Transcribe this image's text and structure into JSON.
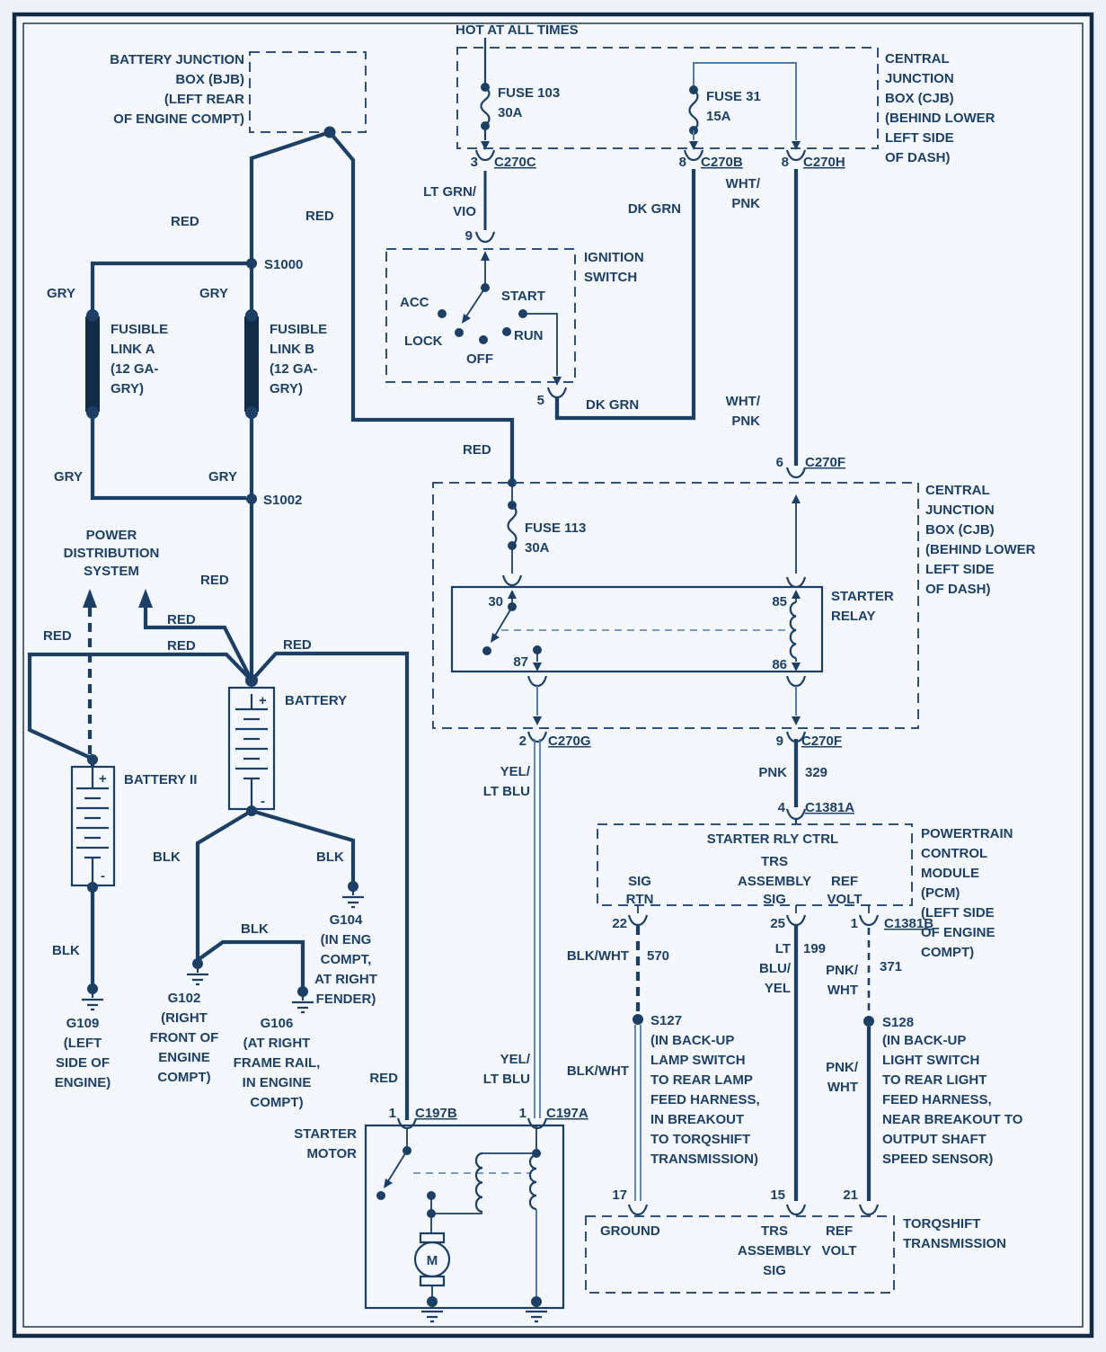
{
  "notes": {
    "hot": "HOT AT ALL TIMES"
  },
  "colors": {
    "red": "RED",
    "gry": "GRY",
    "blk": "BLK",
    "blk_wht": "BLK/WHT",
    "dk_grn": "DK GRN",
    "pnk": "PNK",
    "lt_grn_vio": [
      "LT GRN/",
      "VIO"
    ],
    "wht_pnk": [
      "WHT/",
      "PNK"
    ],
    "yel_lt_blu": [
      "YEL/",
      "LT BLU"
    ],
    "lt_blu_yel": [
      "LT",
      "BLU/",
      "YEL"
    ],
    "pnk_wht": [
      "PNK/",
      "WHT"
    ]
  },
  "circuits": {
    "c329": "329",
    "c570": "570",
    "c199": "199",
    "c371": "371"
  },
  "pins": {
    "p1": "1",
    "p2": "2",
    "p3": "3",
    "p4": "4",
    "p5": "5",
    "p6": "6",
    "p8": "8",
    "p9": "9",
    "p15": "15",
    "p17": "17",
    "p21": "21",
    "p22": "22",
    "p25": "25",
    "p30": "30",
    "p85": "85",
    "p86": "86",
    "p87": "87"
  },
  "connectors": {
    "c270c": "C270C",
    "c270b": "C270B",
    "c270h": "C270H",
    "c270f": "C270F",
    "c270g": "C270G",
    "c1381a": "C1381A",
    "c1381b": "C1381B",
    "c197a": "C197A",
    "c197b": "C197B"
  },
  "bjb": {
    "label": [
      "BATTERY JUNCTION",
      "BOX (BJB)",
      "(LEFT REAR",
      "OF ENGINE COMPT)"
    ]
  },
  "cjb": {
    "label": [
      "CENTRAL",
      "JUNCTION",
      "BOX (CJB)",
      "(BEHIND LOWER",
      "LEFT SIDE",
      "OF DASH)"
    ]
  },
  "fuses": {
    "f103": [
      "FUSE 103",
      "30A"
    ],
    "f31": [
      "FUSE 31",
      "15A"
    ],
    "f113": [
      "FUSE 113",
      "30A"
    ]
  },
  "ignition": {
    "label": [
      "IGNITION",
      "SWITCH"
    ],
    "acc": "ACC",
    "lock": "LOCK",
    "off": "OFF",
    "run": "RUN",
    "start": "START"
  },
  "relay": {
    "label": [
      "STARTER",
      "RELAY"
    ]
  },
  "splices": {
    "s1000": "S1000",
    "s1002": "S1002",
    "s127": {
      "id": "S127",
      "note": [
        "(IN BACK-UP",
        "LAMP SWITCH",
        "TO REAR LAMP",
        "FEED HARNESS,",
        "IN BREAKOUT",
        "TO TORQSHIFT",
        "TRANSMISSION)"
      ]
    },
    "s128": {
      "id": "S128",
      "note": [
        "(IN BACK-UP",
        "LIGHT SWITCH",
        "TO REAR LIGHT",
        "FEED HARNESS,",
        "NEAR BREAKOUT TO",
        "OUTPUT SHAFT",
        "SPEED SENSOR)"
      ]
    }
  },
  "fusible_links": {
    "a": [
      "FUSIBLE",
      "LINK A",
      "(12 GA-",
      "GRY)"
    ],
    "b": [
      "FUSIBLE",
      "LINK B",
      "(12 GA-",
      "GRY)"
    ]
  },
  "power_dist": [
    "POWER",
    "DISTRIBUTION",
    "SYSTEM"
  ],
  "battery": {
    "main": "BATTERY",
    "aux": "BATTERY II",
    "plus": "+",
    "minus": "-"
  },
  "grounds": {
    "g109": [
      "G109",
      "(LEFT",
      "SIDE OF",
      "ENGINE)"
    ],
    "g102": [
      "G102",
      "(RIGHT",
      "FRONT OF",
      "ENGINE",
      "COMPT)"
    ],
    "g104": [
      "G104",
      "(IN ENG",
      "COMPT,",
      "AT RIGHT",
      "FENDER)"
    ],
    "g106": [
      "G106",
      "(AT RIGHT",
      "FRAME RAIL,",
      "IN ENGINE",
      "COMPT)"
    ]
  },
  "starter": {
    "label": [
      "STARTER",
      "MOTOR"
    ],
    "motor": "M"
  },
  "pcm": {
    "signal": "STARTER RLY CTRL",
    "sig_rtn": [
      "SIG",
      "RTN"
    ],
    "trs": [
      "TRS",
      "ASSEMBLY",
      "SIG"
    ],
    "ref": [
      "REF",
      "VOLT"
    ],
    "label": [
      "POWERTRAIN",
      "CONTROL",
      "MODULE",
      "(PCM)",
      "(LEFT SIDE",
      "OF ENGINE",
      "COMPT)"
    ]
  },
  "torqshift": {
    "ground": "GROUND",
    "trs": [
      "TRS",
      "ASSEMBLY",
      "SIG"
    ],
    "ref": [
      "REF",
      "VOLT"
    ],
    "label": [
      "TORQSHIFT",
      "TRANSMISSION"
    ]
  }
}
